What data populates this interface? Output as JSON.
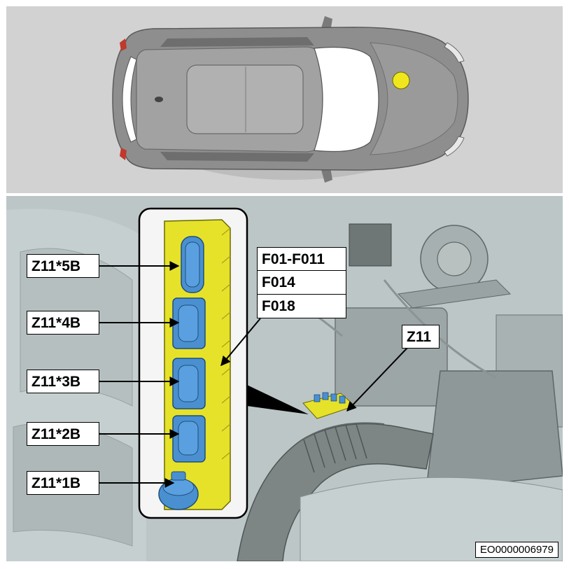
{
  "connector_labels": [
    "Z11*5B",
    "Z11*4B",
    "Z11*3B",
    "Z11*2B",
    "Z11*1B"
  ],
  "fuse_labels": [
    "F01-F011",
    "F014",
    "F018"
  ],
  "module_label": "Z11",
  "reference_code": "EO0000006979",
  "colors": {
    "fuse_box_yellow": "#e6e22a",
    "connector_blue": "#4a90d0",
    "location_marker": "#f0e61e",
    "car_body": "#8e8e8e",
    "panel_background": "#d2d2d2"
  }
}
